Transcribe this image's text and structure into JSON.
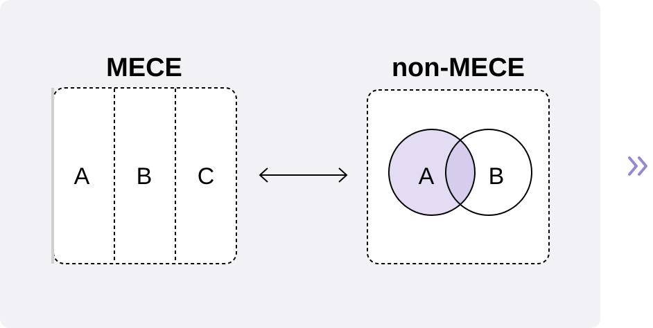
{
  "mece": {
    "title": "MECE",
    "cells": [
      "A",
      "B",
      "C"
    ]
  },
  "non_mece": {
    "title": "non-MECE",
    "circles": [
      "A",
      "B"
    ]
  },
  "icons": {
    "relation": "double-arrow-icon",
    "next": "chevron-right-double-icon"
  },
  "colors": {
    "panel": "#f2f1f6",
    "highlight": "#e3dcf2",
    "accent": "#9b86d6",
    "stroke": "#000000"
  }
}
